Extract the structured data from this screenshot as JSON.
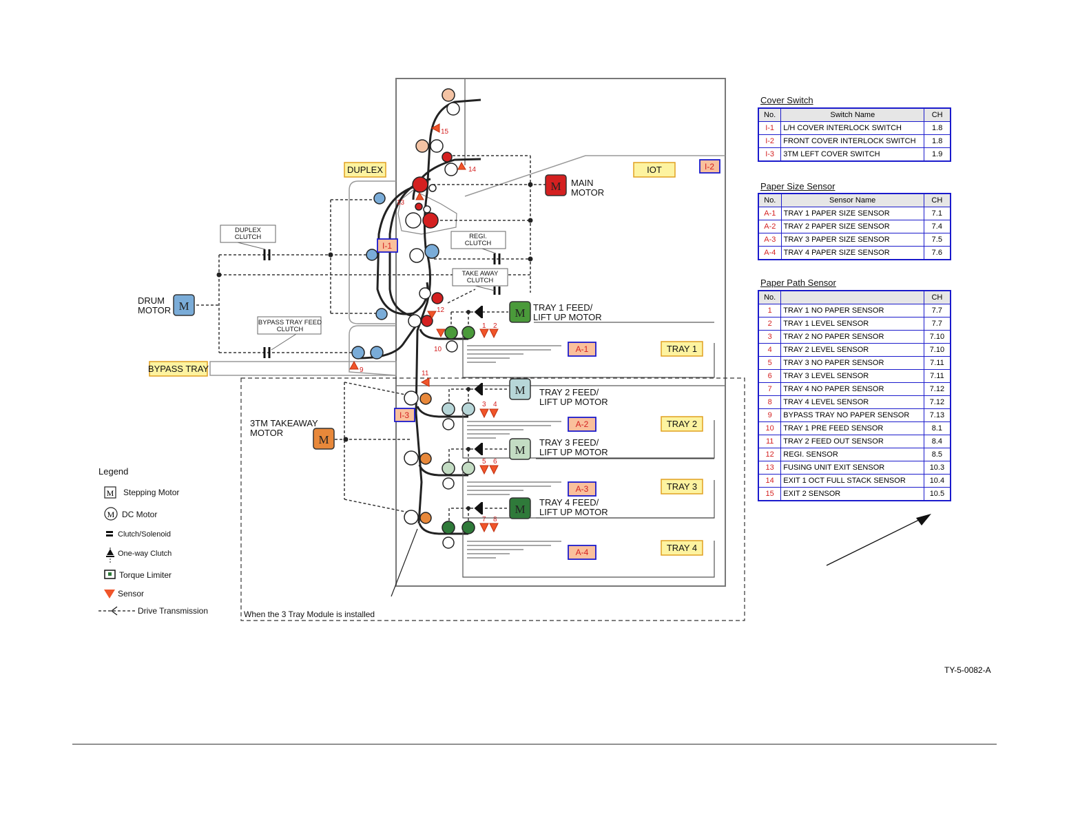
{
  "labels": {
    "duplex": "DUPLEX",
    "iot": "IOT",
    "main_motor": [
      "MAIN",
      "MOTOR"
    ],
    "duplex_clutch": [
      "DUPLEX",
      "CLUTCH"
    ],
    "regi_clutch": [
      "REGI.",
      "CLUTCH"
    ],
    "take_away_clutch": [
      "TAKE AWAY",
      "CLUTCH"
    ],
    "drum_motor": [
      "DRUM",
      "MOTOR"
    ],
    "bypass_feed_clutch": [
      "BYPASS TRAY FEED",
      "CLUTCH"
    ],
    "bypass_tray": "BYPASS TRAY",
    "tray1_motor": [
      "TRAY 1 FEED/",
      "LIFT UP MOTOR"
    ],
    "tray2_motor": [
      "TRAY 2 FEED/",
      "LIFT UP MOTOR"
    ],
    "tray3_motor": [
      "TRAY 3 FEED/",
      "LIFT UP MOTOR"
    ],
    "tray4_motor": [
      "TRAY 4 FEED/",
      "LIFT UP MOTOR"
    ],
    "takeaway_3tm": [
      "3TM TAKEAWAY",
      "MOTOR"
    ],
    "tray1": "TRAY 1",
    "tray2": "TRAY 2",
    "tray3": "TRAY 3",
    "tray4": "TRAY 4",
    "a1": "A-1",
    "a2": "A-2",
    "a3": "A-3",
    "a4": "A-4",
    "i1": "I-1",
    "i2": "I-2",
    "i3": "I-3",
    "motor_glyph": "M",
    "module_note": "When the 3 Tray Module is installed",
    "sensor_numbers": [
      "1",
      "2",
      "3",
      "4",
      "5",
      "6",
      "7",
      "8",
      "9",
      "10",
      "11",
      "12",
      "13",
      "14",
      "15"
    ]
  },
  "legend": {
    "title": "Legend",
    "items": [
      "Stepping Motor",
      "DC Motor",
      "Clutch/Solenoid",
      "One-way Clutch",
      "Torque Limiter",
      "Sensor",
      "Drive Transmission"
    ]
  },
  "cover_switch": {
    "title": "Cover Switch",
    "headers": [
      "No.",
      "Switch Name",
      "CH"
    ],
    "rows": [
      [
        "I-1",
        "L/H COVER INTERLOCK SWITCH",
        "1.8"
      ],
      [
        "I-2",
        "FRONT COVER  INTERLOCK SWITCH",
        "1.8"
      ],
      [
        "I-3",
        "3TM LEFT COVER SWITCH",
        "1.9"
      ]
    ]
  },
  "paper_size_sensor": {
    "title": "Paper Size Sensor",
    "headers": [
      "No.",
      "Sensor Name",
      "CH"
    ],
    "rows": [
      [
        "A-1",
        "TRAY 1 PAPER SIZE SENSOR",
        "7.1"
      ],
      [
        "A-2",
        "TRAY 2 PAPER SIZE SENSOR",
        "7.4"
      ],
      [
        "A-3",
        "TRAY 3 PAPER SIZE SENSOR",
        "7.5"
      ],
      [
        "A-4",
        "TRAY 4 PAPER SIZE SENSOR",
        "7.6"
      ]
    ]
  },
  "paper_path_sensor": {
    "title": "Paper Path Sensor",
    "headers": [
      "No.",
      "",
      "CH"
    ],
    "rows": [
      [
        "1",
        "TRAY 1 NO PAPER SENSOR",
        "7.7"
      ],
      [
        "2",
        "TRAY 1 LEVEL SENSOR",
        "7.7"
      ],
      [
        "3",
        "TRAY 2 NO PAPER SENSOR",
        "7.10"
      ],
      [
        "4",
        "TRAY 2 LEVEL SENSOR",
        "7.10"
      ],
      [
        "5",
        "TRAY 3 NO PAPER SENSOR",
        "7.11"
      ],
      [
        "6",
        "TRAY 3 LEVEL SENSOR",
        "7.11"
      ],
      [
        "7",
        "TRAY 4 NO PAPER SENSOR",
        "7.12"
      ],
      [
        "8",
        "TRAY 4 LEVEL SENSOR",
        "7.12"
      ],
      [
        "9",
        "BYPASS TRAY NO PAPER SENSOR",
        "7.13"
      ],
      [
        "10",
        "TRAY 1 PRE FEED SENSOR",
        "8.1"
      ],
      [
        "11",
        "TRAY 2 FEED OUT SENSOR",
        "8.4"
      ],
      [
        "12",
        "REGI. SENSOR",
        "8.5"
      ],
      [
        "13",
        "FUSING UNIT EXIT SENSOR",
        "10.3"
      ],
      [
        "14",
        "EXIT 1 OCT FULL STACK SENSOR",
        "10.4"
      ],
      [
        "15",
        "EXIT 2 SENSOR",
        "10.5"
      ]
    ]
  },
  "doc_id": "TY-5-0082-A",
  "colors": {
    "sensor": "#f0552a",
    "table_border": "#1a1acc",
    "yellow_label": "#fdf3a0",
    "orange_label": "#f9c09c",
    "red": "#d42020",
    "blue": "#7aacd8",
    "green": "#4a9a3a",
    "orange": "#e8883a",
    "peach": "#f4c3a4"
  }
}
